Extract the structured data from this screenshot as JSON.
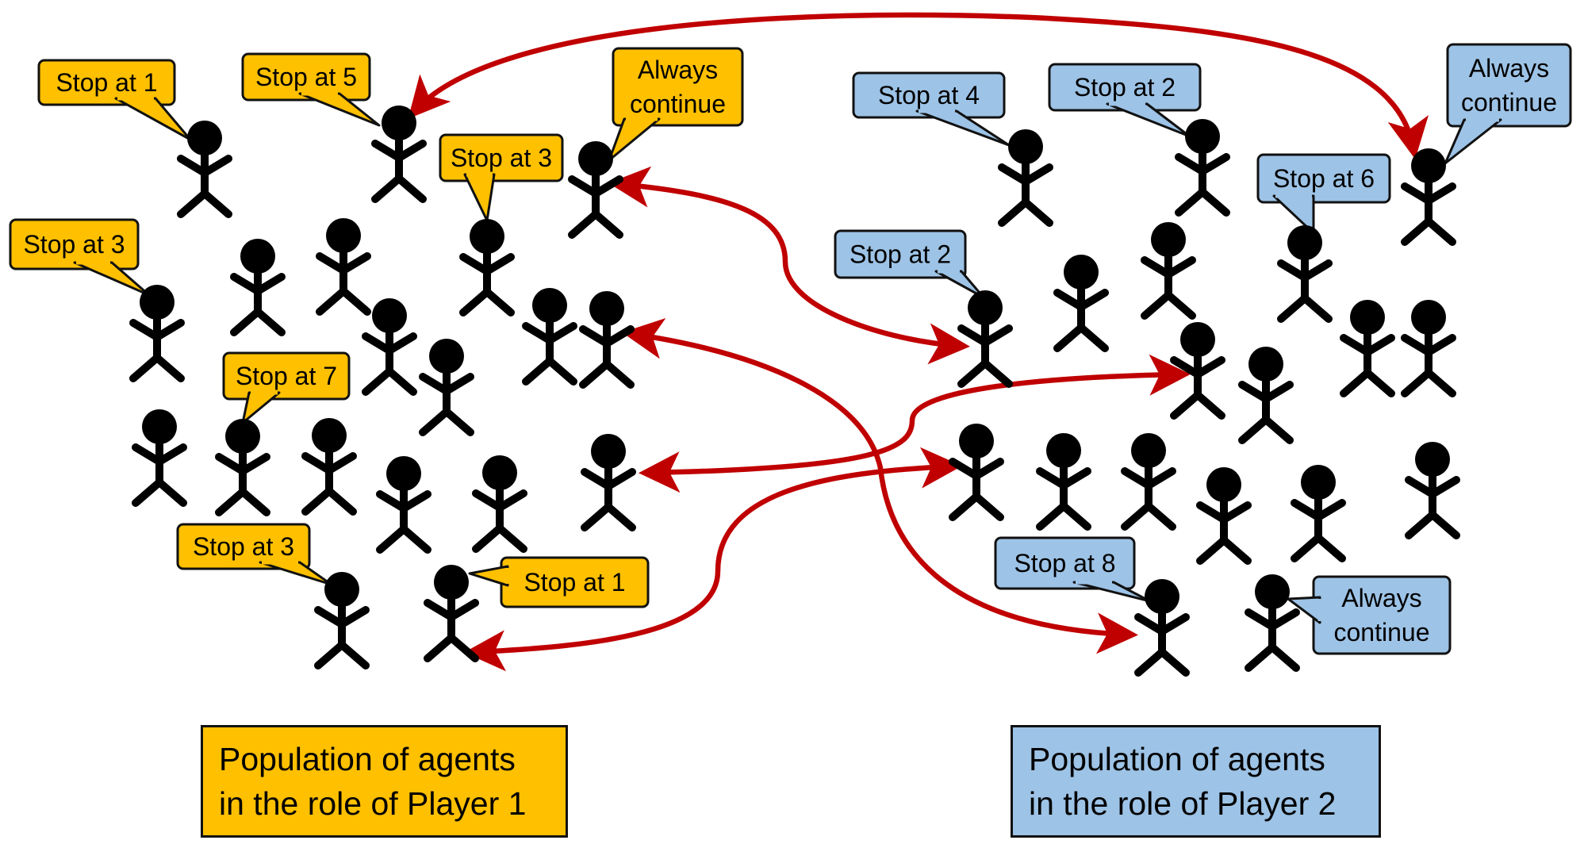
{
  "colors": {
    "player1": "#FFC000",
    "player2": "#9DC3E6",
    "arrow": "#C00000",
    "figure": "#000000"
  },
  "player1": {
    "label_line1": "Population of agents",
    "label_line2": "in the role of Player 1",
    "speech": [
      "Stop at 1",
      "Stop at 5",
      "Always continue",
      "Stop at 3",
      "Stop at 3",
      "Stop at 7",
      "Stop at 3",
      "Stop at 1"
    ]
  },
  "player2": {
    "label_line1": "Population of agents",
    "label_line2": "in the role of Player 2",
    "speech": [
      "Stop at 4",
      "Stop at 2",
      "Always continue",
      "Stop at 6",
      "Stop at 2",
      "Stop at 8",
      "Always continue"
    ]
  }
}
